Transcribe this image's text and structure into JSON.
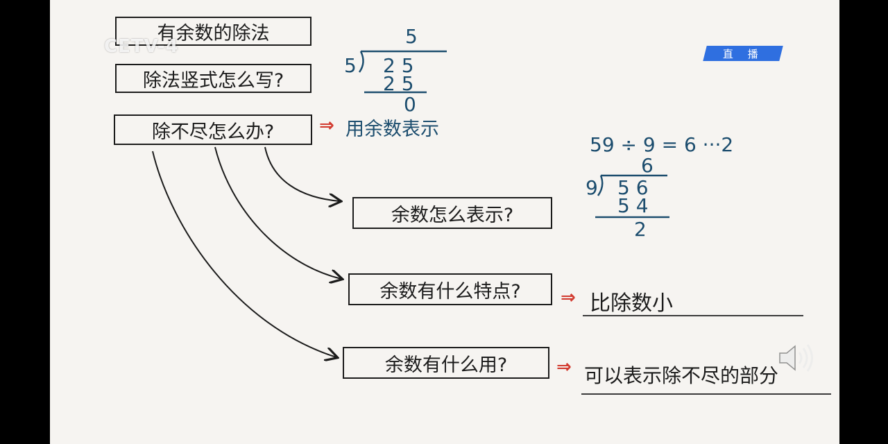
{
  "logo": "CETV-4",
  "live_badge": "直 播",
  "boxes": {
    "title": "有余数的除法",
    "q1": "除法竖式怎么写?",
    "q2": "除不尽怎么办?",
    "b1": "余数怎么表示?",
    "b2": "余数有什么特点?",
    "b3": "余数有什么用?"
  },
  "answers": {
    "a1": "用余数表示",
    "a2": "比除数小",
    "a3": "可以表示除不尽的部分"
  },
  "arrows": {
    "red": "⇒"
  },
  "example1": {
    "quotient": "5",
    "divisor": "5",
    "dividend": "2 5",
    "product": "2 5",
    "remainder": "0"
  },
  "example2": {
    "equation": "59 ÷ 9 = 6 ···2",
    "quotient": "6",
    "divisor": "9",
    "dividend": "5 6",
    "product": "5 4",
    "remainder": "2"
  },
  "icons": {
    "volume": "speaker-icon"
  }
}
